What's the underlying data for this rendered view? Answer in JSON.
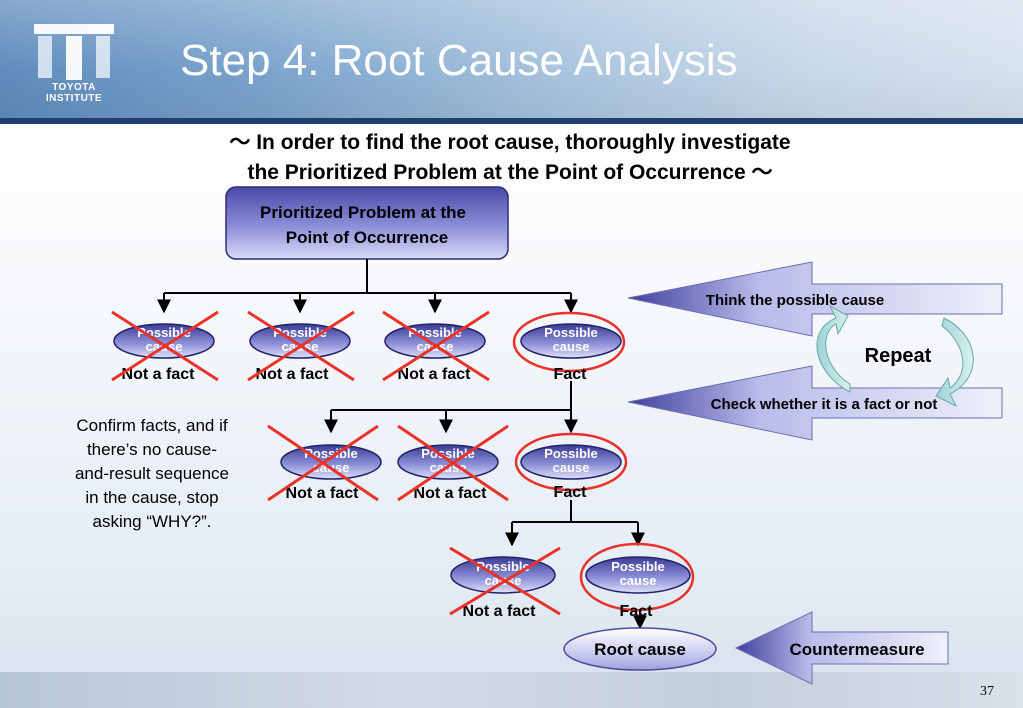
{
  "header": {
    "logo_lines": [
      "TOYOTA",
      "INSTITUTE"
    ],
    "title": "Step 4: Root Cause Analysis"
  },
  "subtitle": {
    "line1": "～ In order to find the root cause, thoroughly investigate",
    "line2": "the Prioritized Problem at the Point of Occurrence ～"
  },
  "diagram": {
    "top_box": {
      "line1": "Prioritized Problem at the",
      "line2": "Point of Occurrence"
    },
    "cause_label": {
      "line1": "Possible",
      "line2": "cause"
    },
    "level1": [
      "Not a fact",
      "Not a fact",
      "Not a fact",
      "Fact"
    ],
    "level2": [
      "Not a fact",
      "Not a fact",
      "Fact"
    ],
    "level3": [
      "Not a fact",
      "Fact"
    ],
    "root_cause": "Root cause",
    "countermeasure": "Countermeasure",
    "arrow_think": "Think the possible cause",
    "arrow_check": "Check whether it is a fact or not",
    "repeat": "Repeat"
  },
  "side_note": "Confirm facts, and if there’s no cause-and-result sequence in the cause, stop asking “WHY?”.",
  "page_number": "37",
  "colors": {
    "box_fill_dark": "#3d3d9a",
    "box_fill_light": "#c7c9ef",
    "cross_red": "#e8322a",
    "arrow_fill": "#e6e8f6",
    "repeat_arrow": "#bfe3e3"
  }
}
